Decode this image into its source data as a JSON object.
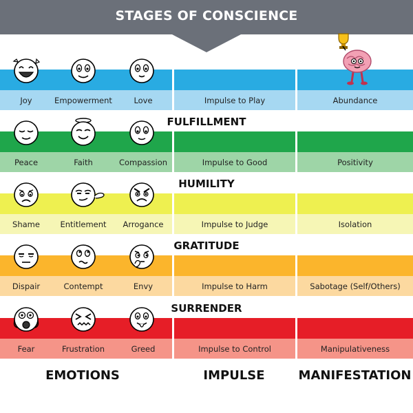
{
  "title": "STAGES OF CONSCIENCE",
  "colors": {
    "banner": "#6b7079",
    "row1_top": "#29abe2",
    "row1_bottom": "#a6d8f2",
    "row2_top": "#1fa64b",
    "row2_bottom": "#9ed5a7",
    "row3_top": "#eef050",
    "row3_bottom": "#f6f6b5",
    "row4_top": "#fbb52c",
    "row4_bottom": "#fcd9a0",
    "row5_top": "#e61e27",
    "row5_bottom": "#f59488"
  },
  "rows": [
    {
      "emotions": [
        "Joy",
        "Empowerment",
        "Love"
      ],
      "face_icons": [
        "laughing-face-icon",
        "smiling-face-icon",
        "loving-face-icon"
      ],
      "impulse": "Impulse to Play",
      "manifestation": "Abundance",
      "manifestation_icon": "brain-trophy-icon"
    },
    {
      "emotions": [
        "Peace",
        "Faith",
        "Compassion"
      ],
      "face_icons": [
        "peaceful-face-icon",
        "halo-face-icon",
        "kind-face-icon"
      ],
      "impulse": "Impulse to Good",
      "manifestation": "Positivity"
    },
    {
      "emotions": [
        "Shame",
        "Entitlement",
        "Arrogance"
      ],
      "face_icons": [
        "sad-face-icon",
        "smug-face-icon",
        "angry-face-icon"
      ],
      "impulse": "Impulse to Judge",
      "manifestation": "Isolation"
    },
    {
      "emotions": [
        "Dispair",
        "Contempt",
        "Envy"
      ],
      "face_icons": [
        "tired-face-icon",
        "sneer-face-icon",
        "thinking-face-icon"
      ],
      "impulse": "Impulse to Harm",
      "manifestation": "Sabotage (Self/Others)"
    },
    {
      "emotions": [
        "Fear",
        "Frustration",
        "Greed"
      ],
      "face_icons": [
        "scared-face-icon",
        "frustrated-face-icon",
        "greedy-face-icon"
      ],
      "impulse": "Impulse to Control",
      "manifestation": "Manipulativeness"
    }
  ],
  "dividers": [
    "FULFILLMENT",
    "HUMILITY",
    "GRATITUDE",
    "SURRENDER"
  ],
  "column_headers": {
    "emotions": "EMOTIONS",
    "impulse": "IMPULSE",
    "manifestation": "MANIFESTATION"
  }
}
